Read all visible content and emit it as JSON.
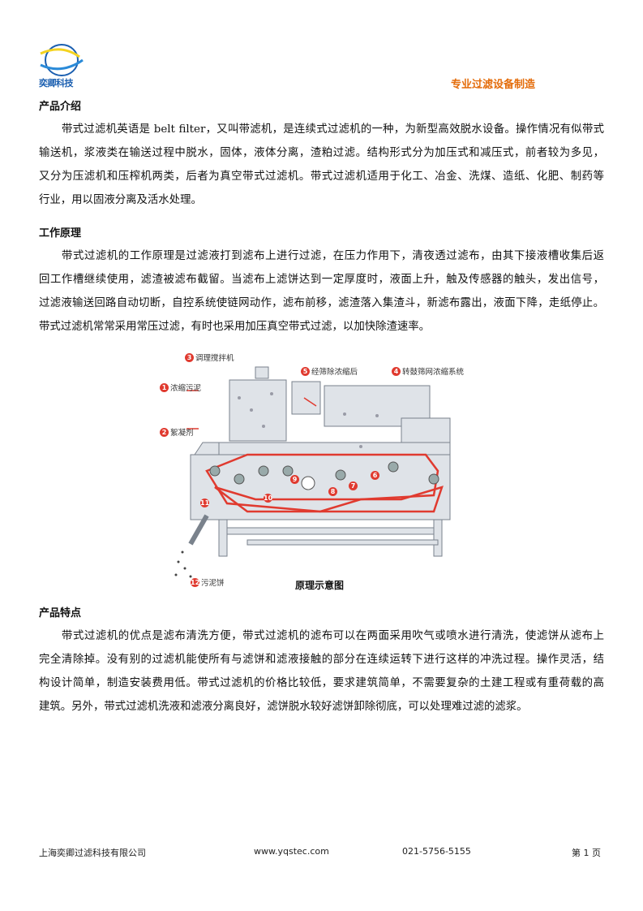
{
  "header": {
    "logo_text": "奕卿科技",
    "slogan": "专业过滤设备制造",
    "colors": {
      "brand_blue": "#1b5fb0",
      "brand_yellow": "#f4d320",
      "slogan_orange": "#e46c0a"
    }
  },
  "sections": [
    {
      "title": "产品介绍",
      "lines": [
        "带式过滤机英语是 belt filter，又叫带滤机，是连续式过滤机的一种，为新型高效脱水设备。操作情况有似带式",
        "输送机，浆液类在输送过程中脱水，固体，液体分离，渣粕过滤。结构形式分为加压式和减压式，前者较为多见，",
        "又分为压滤机和压榨机两类，后者为真空带式过滤机。带式过滤机适用于化工、冶金、洗煤、造纸、化肥、制药等",
        "行业，用以固液分离及活水处理。"
      ]
    },
    {
      "title": "工作原理",
      "lines": [
        "带式过滤机的工作原理是过滤液打到滤布上进行过滤，在压力作用下，清夜透过滤布，由其下接液槽收集后返",
        "回工作槽继续使用，滤渣被滤布截留。当滤布上滤饼达到一定厚度时，液面上升，触及传感器的触头，发出信号，",
        "过滤液输送回路自动切断，自控系统使链网动作，滤布前移，滤渣落入集渣斗，新滤布露出，液面下降，走纸停止。",
        "带式过滤机常常采用常压过滤，有时也采用加压真空带式过滤，以加快除渣速率。"
      ]
    },
    {
      "title": "产品特点",
      "lines": [
        "带式过滤机的优点是滤布清洗方便，带式过滤机的滤布可以在两面采用吹气或喷水进行清洗，使滤饼从滤布上",
        "完全清除掉。没有别的过滤机能使所有与滤饼和滤液接触的部分在连续运转下进行这样的冲洗过程。操作灵活，结",
        "构设计简单，制造安装费用低。带式过滤机的价格比较低，要求建筑简单，不需要复杂的土建工程或有重荷载的高",
        "建筑。另外，带式过滤机洗液和滤液分离良好，滤饼脱水较好滤饼卸除彻底，可以处理难过滤的滤浆。"
      ]
    }
  ],
  "diagram": {
    "caption": "原理示意图",
    "labels": [
      {
        "num": "3",
        "text": "调理搅拌机"
      },
      {
        "num": "1",
        "text": "浓缩污泥"
      },
      {
        "num": "5",
        "text": "经筛除浓缩后"
      },
      {
        "num": "4",
        "text": "转鼓筛网浓缩系统"
      },
      {
        "num": "2",
        "text": "絮凝剂"
      },
      {
        "num": "11",
        "text": ""
      },
      {
        "num": "12",
        "text": "污泥饼"
      },
      {
        "num": "6",
        "text": ""
      },
      {
        "num": "7",
        "text": ""
      },
      {
        "num": "8",
        "text": ""
      },
      {
        "num": "9",
        "text": ""
      },
      {
        "num": "10",
        "text": ""
      }
    ]
  },
  "footer": {
    "company": "上海奕卿过滤科技有限公司",
    "website": "www.yqstec.com",
    "phone": "021-5756-5155",
    "page": "第 1 页"
  }
}
